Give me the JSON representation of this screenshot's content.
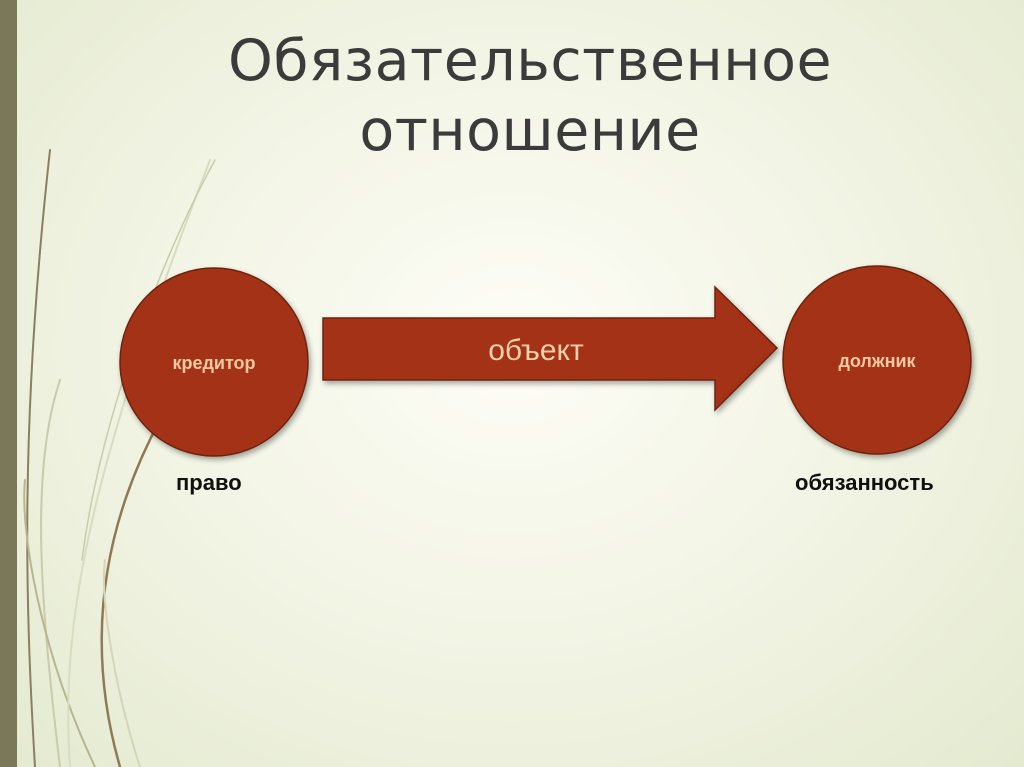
{
  "title": "Обязательственное отношение",
  "diagram": {
    "creditor": {
      "label": "кредитор",
      "caption": "право"
    },
    "debtor": {
      "label": "должник",
      "caption": "обязанность"
    },
    "arrow": {
      "label": "объект"
    }
  },
  "colors": {
    "node_fill": "#a33315",
    "node_stroke": "#6e2410",
    "node_text": "#f6c9a0",
    "background_center": "#fdfdf6",
    "background_edge": "#e4ead0",
    "accent_bar": "#7a7858"
  }
}
